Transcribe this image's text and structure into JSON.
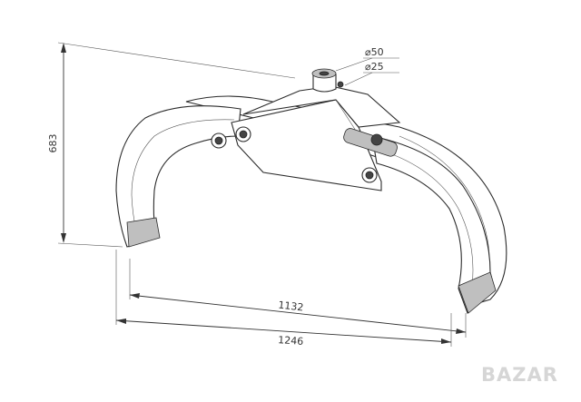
{
  "drawing": {
    "dimensions": {
      "height": "683",
      "inner_width": "1132",
      "outer_width": "1246",
      "diameter_large": "50",
      "diameter_small": "25"
    },
    "diameter_symbol": "⌀",
    "watermark": "BAZAR"
  }
}
